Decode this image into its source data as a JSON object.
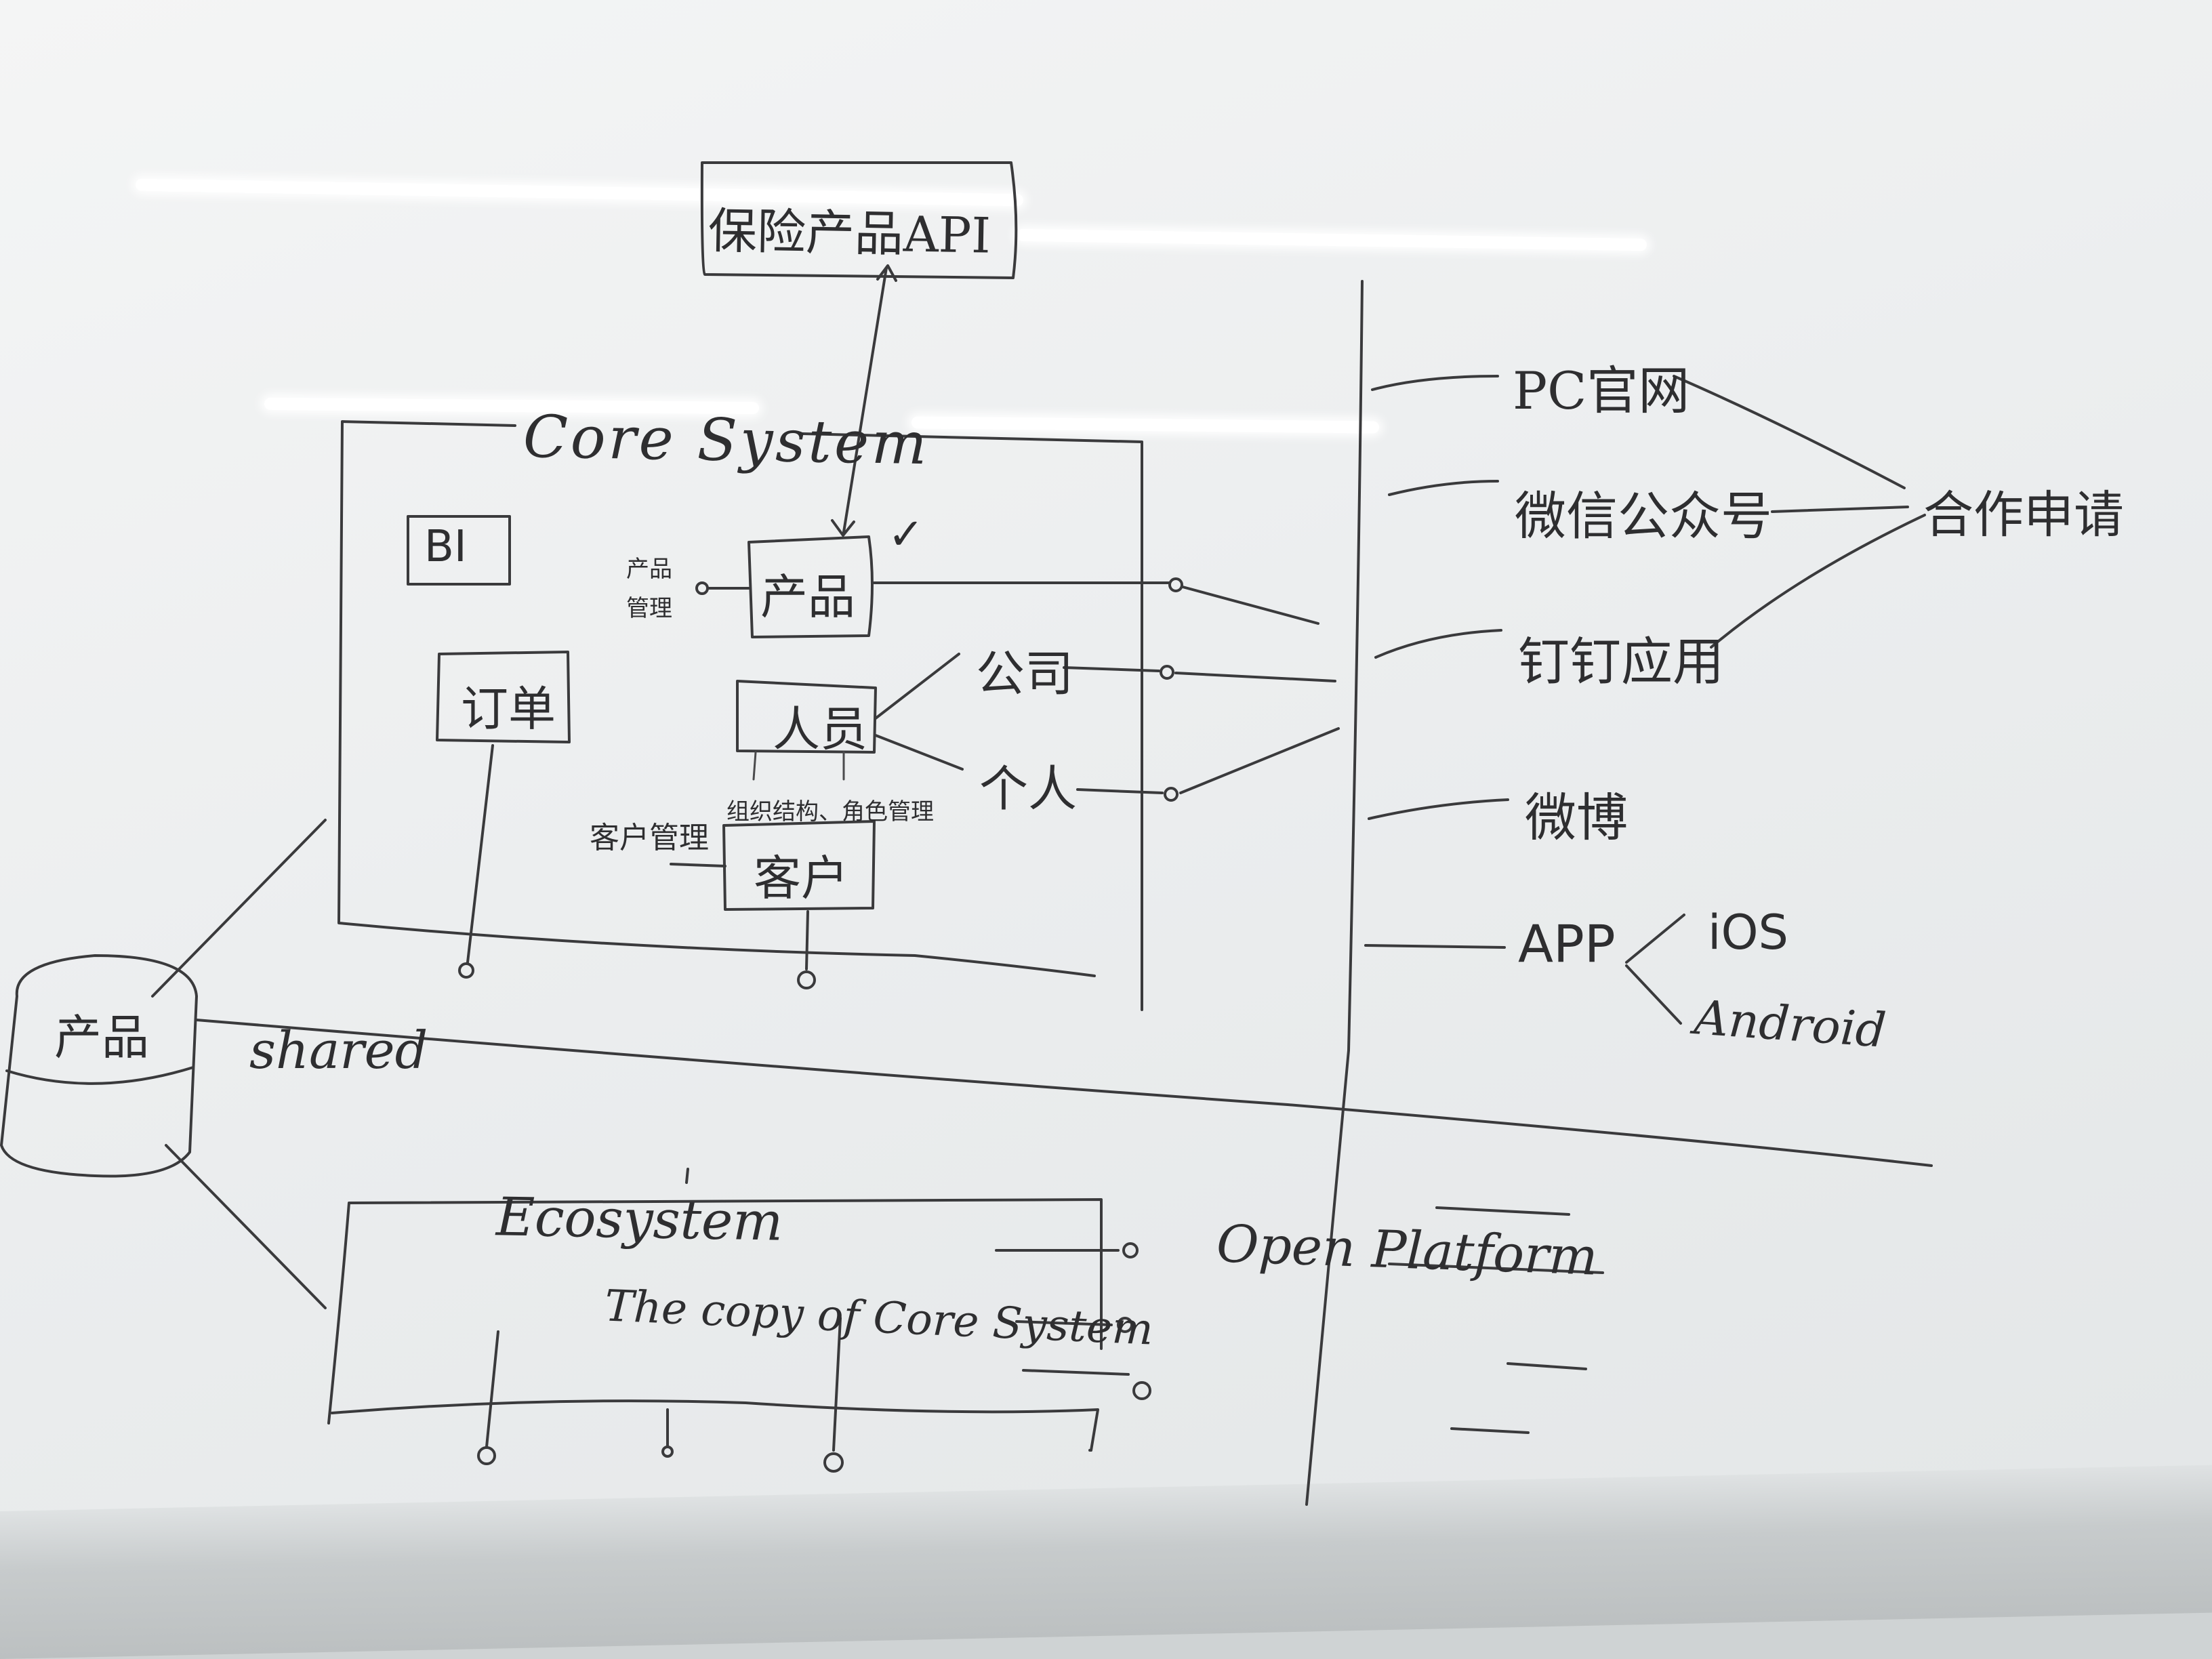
{
  "api": {
    "label": "保险产品API"
  },
  "core": {
    "title": "Core System",
    "bi": "BI",
    "order": "订单",
    "product": "产品",
    "product_mgmt_top": "产品",
    "product_mgmt_bottom": "管理",
    "check": "✓",
    "person": "人员",
    "company": "公司",
    "individual": "个人",
    "org_label": "组织结构、角色管理",
    "customer": "客户",
    "customer_mgmt": "客户管理"
  },
  "shared": {
    "db": "产品",
    "label": "shared"
  },
  "ecosystem": {
    "title": "Ecosystem",
    "subtitle": "The copy of Core System"
  },
  "open_platform": {
    "label": "Open Platform"
  },
  "channels": {
    "pc": "PC官网",
    "wechat": "微信公众号",
    "dingtalk": "钉钉应用",
    "weibo": "微博",
    "app": "APP",
    "ios": "iOS",
    "android": "Android",
    "partner": "合作申请"
  }
}
